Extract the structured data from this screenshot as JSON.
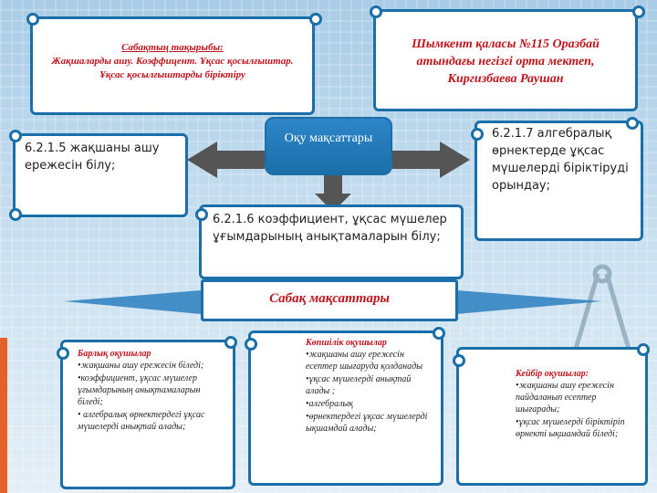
{
  "topic_box": {
    "heading": "Сабақтың тақырыбы:",
    "text": "Жақшаларды ашу. Коэффицент. Ұқсас қосылғыштар. Ұқсас қосылғыштарды біріктіру"
  },
  "author_box": {
    "text": "Шымкент қаласы №115 Оразбай атындағы негізгі орта мектеп, Киргизбаева Раушан"
  },
  "center_label": "Оқу мақсаттары",
  "objective_left": "6.2.1.5 жақшаны ашу ережесін білу;",
  "objective_right": "6.2.1.7 алгебралық өрнектерде ұқсас мүшелерді біріктіруді орындау;",
  "objective_bottom": "6.2.1.6 коэффициент, ұқсас мүшелер ұғымдарының анықтамаларын білу;",
  "lesson_goals": "Сабақ мақсаттары",
  "all_students": {
    "heading": "Барлық оқушылар",
    "items": [
      "•жақшаны ашу ережесін біледі;",
      "•коэффициент, ұқсас мүшелер ұғымдарының анықтамаларын біледі;",
      "• алгебралық өрнектердегі ұқсас мүшелерді анықтай алады;"
    ]
  },
  "most_students": {
    "heading": "Көпшілік оқушылар",
    "items": [
      "•жақшаны ашу ережесін есептер шығаруда қолданады",
      "•ұқсас мүшелерді анықтай алады ;",
      "•алгебралық",
      "•өрнектердегі ұқсас мүшелерді ықшамдай алады;"
    ]
  },
  "some_students": {
    "heading": "Кейбір оқушылар:",
    "items": [
      "•жақшаны ашу ережесін пайдаланып есептер шығарады;",
      "•ұқсас мүшелерді біріктіріп өрнекті ықшамдай біледі;"
    ]
  },
  "colors": {
    "frame": "#1b6fa8",
    "heading_red": "#c0141b",
    "arrow": "#555555"
  }
}
